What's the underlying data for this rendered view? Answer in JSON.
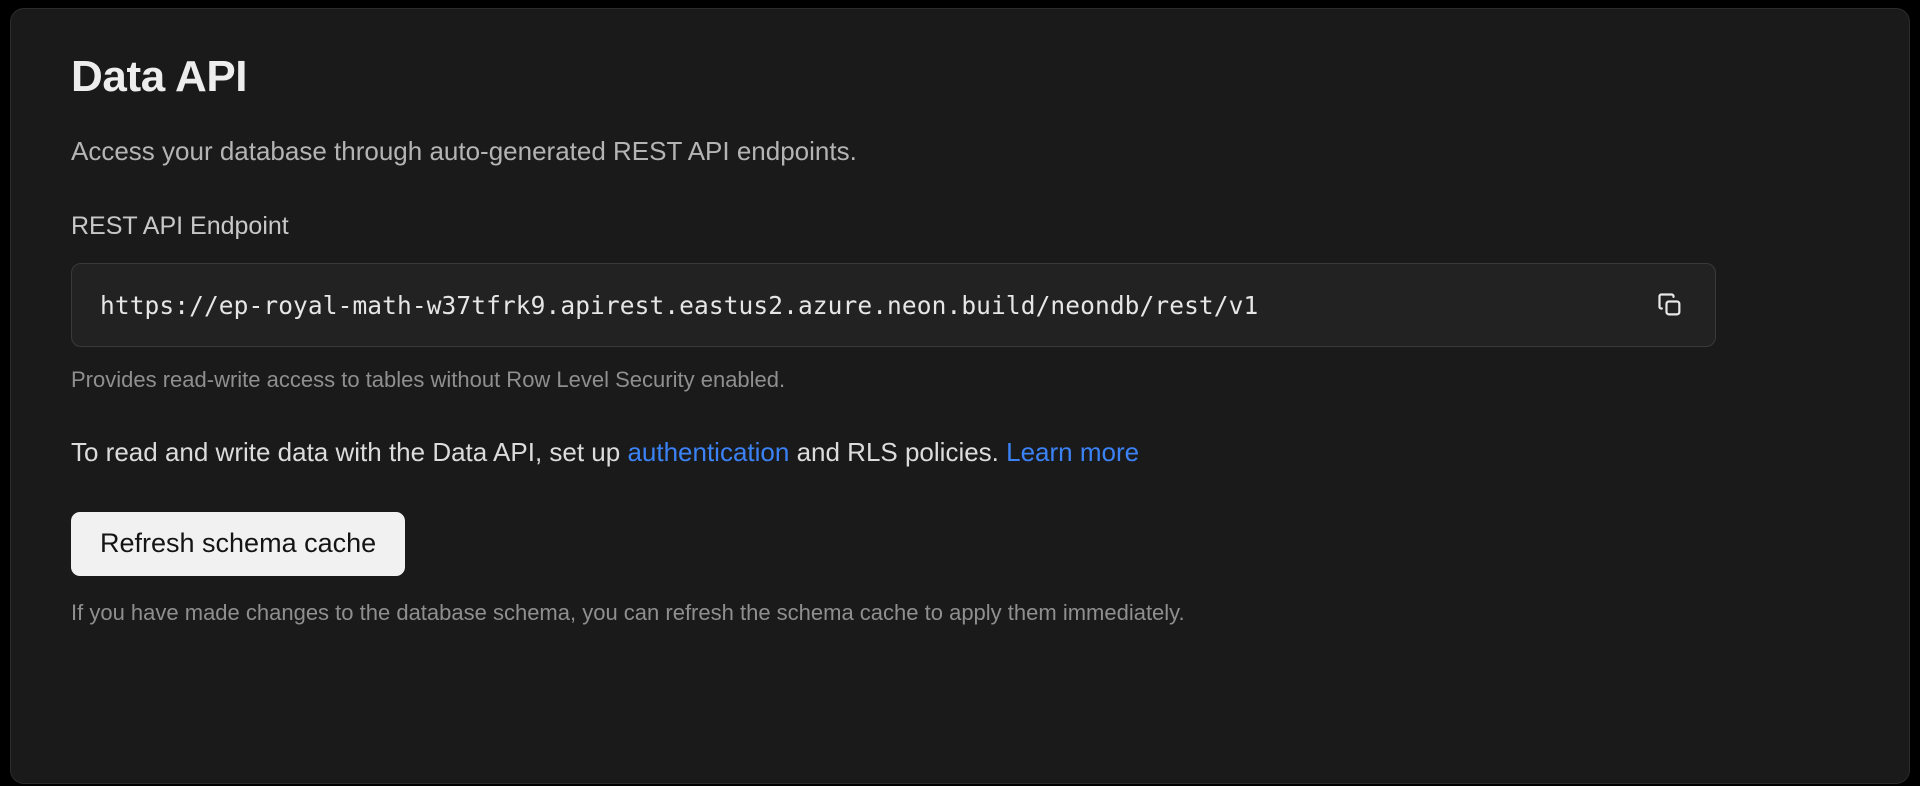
{
  "card": {
    "title": "Data API",
    "description": "Access your database through auto-generated REST API endpoints.",
    "endpoint_field": {
      "label": "REST API Endpoint",
      "value": "https://ep-royal-math-w37tfrk9.apirest.eastus2.azure.neon.build/neondb/rest/v1",
      "placeholder": "https://",
      "copy_icon": "copy-icon",
      "copy_title": "Copy"
    },
    "endpoint_helper": "Provides read-write access to tables without Row Level Security enabled.",
    "rls_note": {
      "lead": "To read and write data with the Data API, set up ",
      "link_auth": "authentication",
      "middle": " and RLS policies. ",
      "link_learn_more": "Learn more"
    },
    "refresh_button": "Refresh schema cache",
    "refresh_footnote": "If you have made changes to the database schema, you can refresh the schema cache to apply them immediately."
  },
  "colors": {
    "page_background": "#000000",
    "card_background": "#1a1a1a",
    "card_border": "#2c2c2c",
    "input_background": "#222222",
    "input_border": "#3a3a3a",
    "title_text": "#ededed",
    "body_text": "#dcdcdc",
    "muted_text": "#8f8f8f",
    "link_accent": "#3b82f6",
    "button_background": "#f1f1f1",
    "button_text": "#141414"
  }
}
